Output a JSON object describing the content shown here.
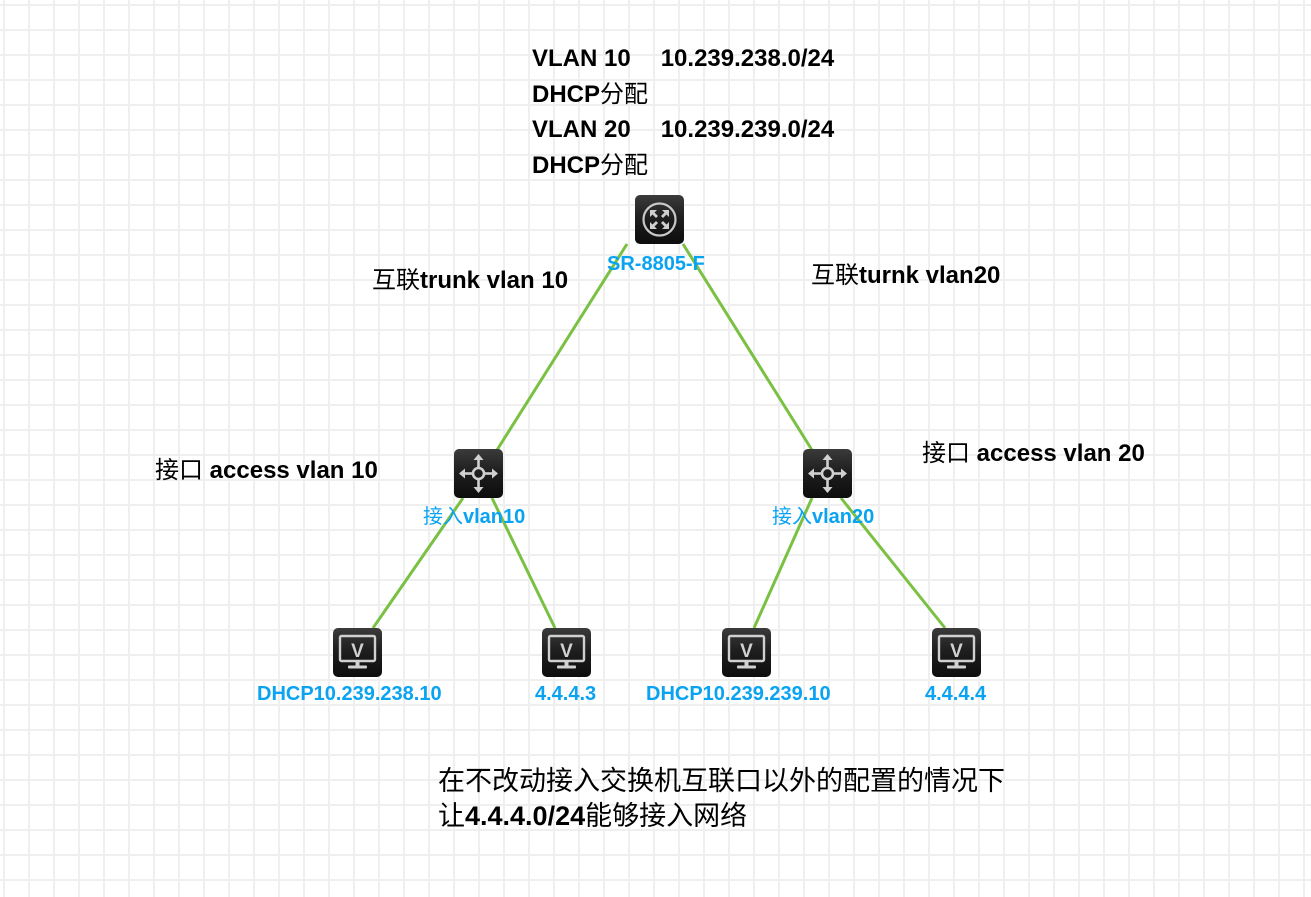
{
  "colors": {
    "link": "#7ac143",
    "device_label": "#0aa3f2",
    "annotation": "#000000",
    "grid": "#efefef"
  },
  "header_notes": {
    "line1_prefix": "VLAN 10",
    "line1_subnet": "10.239.238.0/24",
    "line2_latin": "DHCP",
    "line2_cjk": "分配",
    "line3_prefix": "VLAN 20",
    "line3_subnet": "10.239.239.0/24",
    "line4_latin": "DHCP",
    "line4_cjk": "分配"
  },
  "devices": {
    "core_router": {
      "label": "SR-8805-F",
      "icon": "router-icon"
    },
    "access_switch_left": {
      "label_cjk": "接入",
      "label_latin": "vlan10",
      "icon": "l3-switch-icon"
    },
    "access_switch_right": {
      "label_cjk": "接入",
      "label_latin": "vlan20",
      "icon": "l3-switch-icon"
    },
    "pc1": {
      "label": "DHCP10.239.238.10",
      "icon": "vpc-monitor-icon",
      "glyph": "V"
    },
    "pc2": {
      "label": "4.4.4.3",
      "icon": "vpc-monitor-icon",
      "glyph": "V"
    },
    "pc3": {
      "label": "DHCP10.239.239.10",
      "icon": "vpc-monitor-icon",
      "glyph": "V"
    },
    "pc4": {
      "label": "4.4.4.4",
      "icon": "vpc-monitor-icon",
      "glyph": "V"
    }
  },
  "link_notes": {
    "uplink_left_cjk": "互联",
    "uplink_left_latin": "trunk vlan 10",
    "uplink_right_cjk": "互联",
    "uplink_right_latin": "turnk vlan20",
    "access_left_cjk": "接口",
    "access_left_latin": "access vlan 10",
    "access_right_cjk": "接口",
    "access_right_latin": "access vlan 20"
  },
  "links": [
    {
      "from": "core_router",
      "to": "access_switch_left"
    },
    {
      "from": "core_router",
      "to": "access_switch_right"
    },
    {
      "from": "access_switch_left",
      "to": "pc1"
    },
    {
      "from": "access_switch_left",
      "to": "pc2"
    },
    {
      "from": "access_switch_right",
      "to": "pc3"
    },
    {
      "from": "access_switch_right",
      "to": "pc4"
    }
  ],
  "question": {
    "line1": "在不改动接入交换机互联口以外的配置的情况下",
    "line2_cjk_prefix": "让",
    "line2_subnet": "4.4.4.0/24",
    "line2_cjk_suffix": "能够接入网络"
  }
}
